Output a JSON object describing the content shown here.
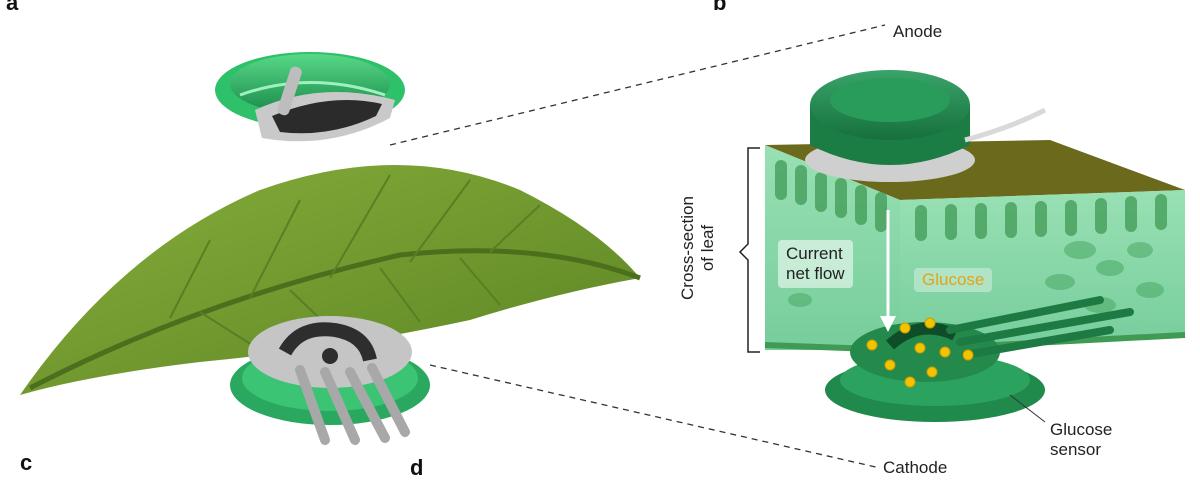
{
  "panels": {
    "a": "a",
    "b": "b",
    "c": "c",
    "d": "d"
  },
  "labels": {
    "anode": "Anode",
    "cathode": "Cathode",
    "glucose_sensor_line1": "Glucose",
    "glucose_sensor_line2": "sensor",
    "cross_section_line1": "Cross-section",
    "cross_section_line2": "of leaf",
    "current_line1": "Current",
    "current_line2": "net flow",
    "glucose": "Glucose"
  },
  "colors": {
    "leaf": "#6e9a2e",
    "leaf_dark": "#4f7420",
    "electrode_green": "#1f9a55",
    "electrode_light": "#4fd07e",
    "tissue": "#7fd3a0",
    "tissue_top": "#6b6a1c",
    "glucose_dot": "#f2c400",
    "sensor_gray": "#bdbdbd",
    "sensor_dark": "#2e2e2e"
  }
}
